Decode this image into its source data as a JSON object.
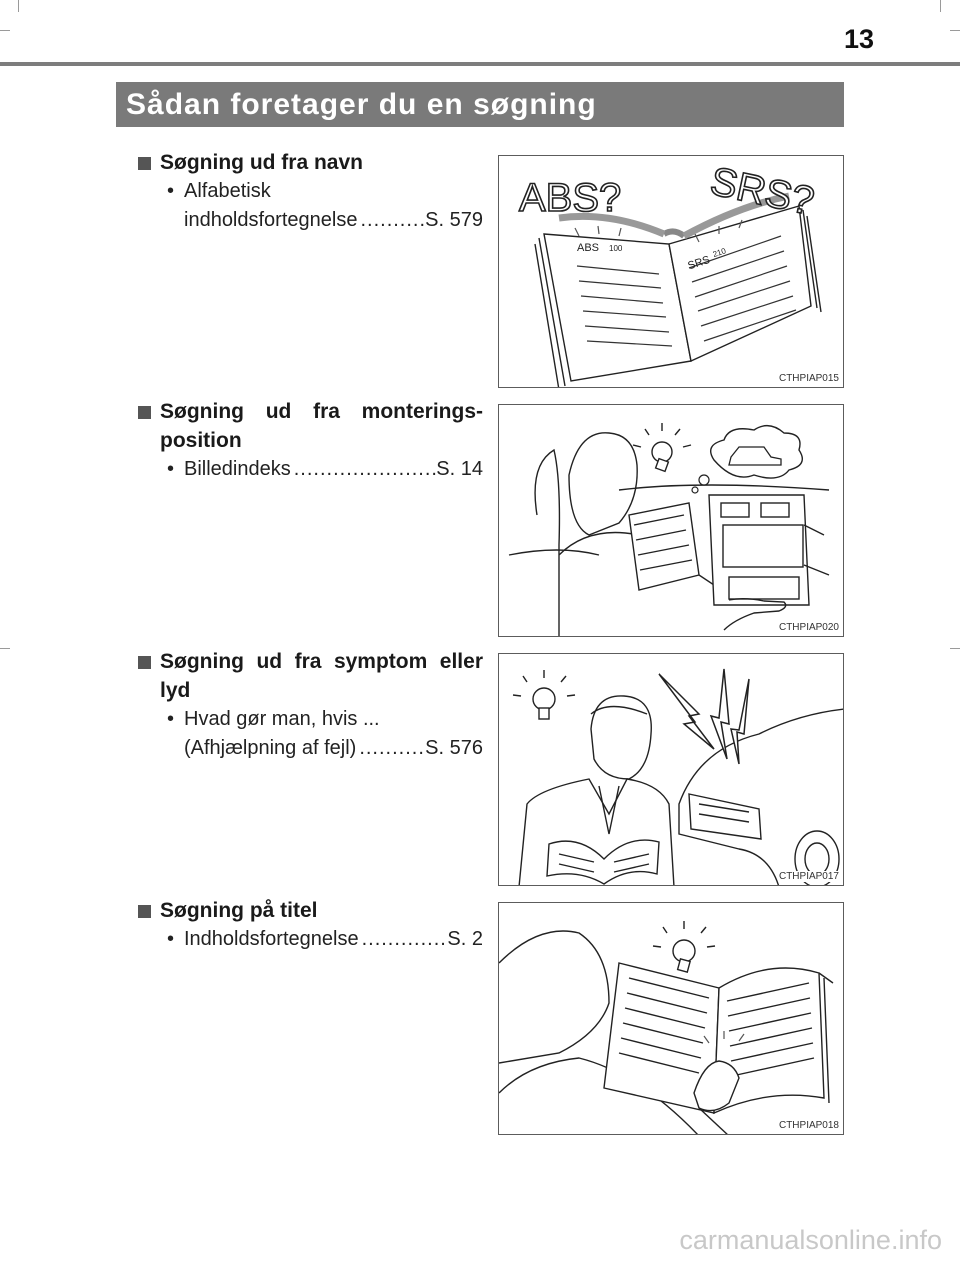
{
  "page": {
    "number": "13"
  },
  "title": "Sådan foretager du en søgning",
  "sections": [
    {
      "title_lines": [
        "Søgning ud fra navn"
      ],
      "entry_lines": [
        "Alfabetisk"
      ],
      "entry_last": "indholdsfortegnelse",
      "ref": "S. 579",
      "figure_code": "CTHPIAP015",
      "figure_text": {
        "abs": "ABS?",
        "srs": "SRS?",
        "abs_small": "ABS",
        "abs_num": "100",
        "srs_small": "SRS",
        "srs_num": "210"
      }
    },
    {
      "title_lines": [
        "Søgning ud fra monterings-",
        "position"
      ],
      "entry_lines": [],
      "entry_last": "Billedindeks",
      "ref": "S. 14",
      "figure_code": "CTHPIAP020"
    },
    {
      "title_lines": [
        "Søgning ud fra symptom eller",
        "lyd"
      ],
      "entry_lines": [
        "Hvad gør man, hvis ..."
      ],
      "entry_last": "(Afhjælpning af fejl)",
      "ref": "S. 576",
      "figure_code": "CTHPIAP017"
    },
    {
      "title_lines": [
        "Søgning på titel"
      ],
      "entry_lines": [],
      "entry_last": "Indholdsfortegnelse",
      "ref": "S. 2",
      "figure_code": "CTHPIAP018"
    }
  ],
  "bullet_glyph": "•",
  "icons": [
    "bulb-icon",
    "car-icon",
    "lightning-icon",
    "book-icon"
  ],
  "watermark": "carmanualsonline.info",
  "colors": {
    "title_bar": "#7a7a7a",
    "rule": "#7d7d7d",
    "square": "#555555"
  }
}
